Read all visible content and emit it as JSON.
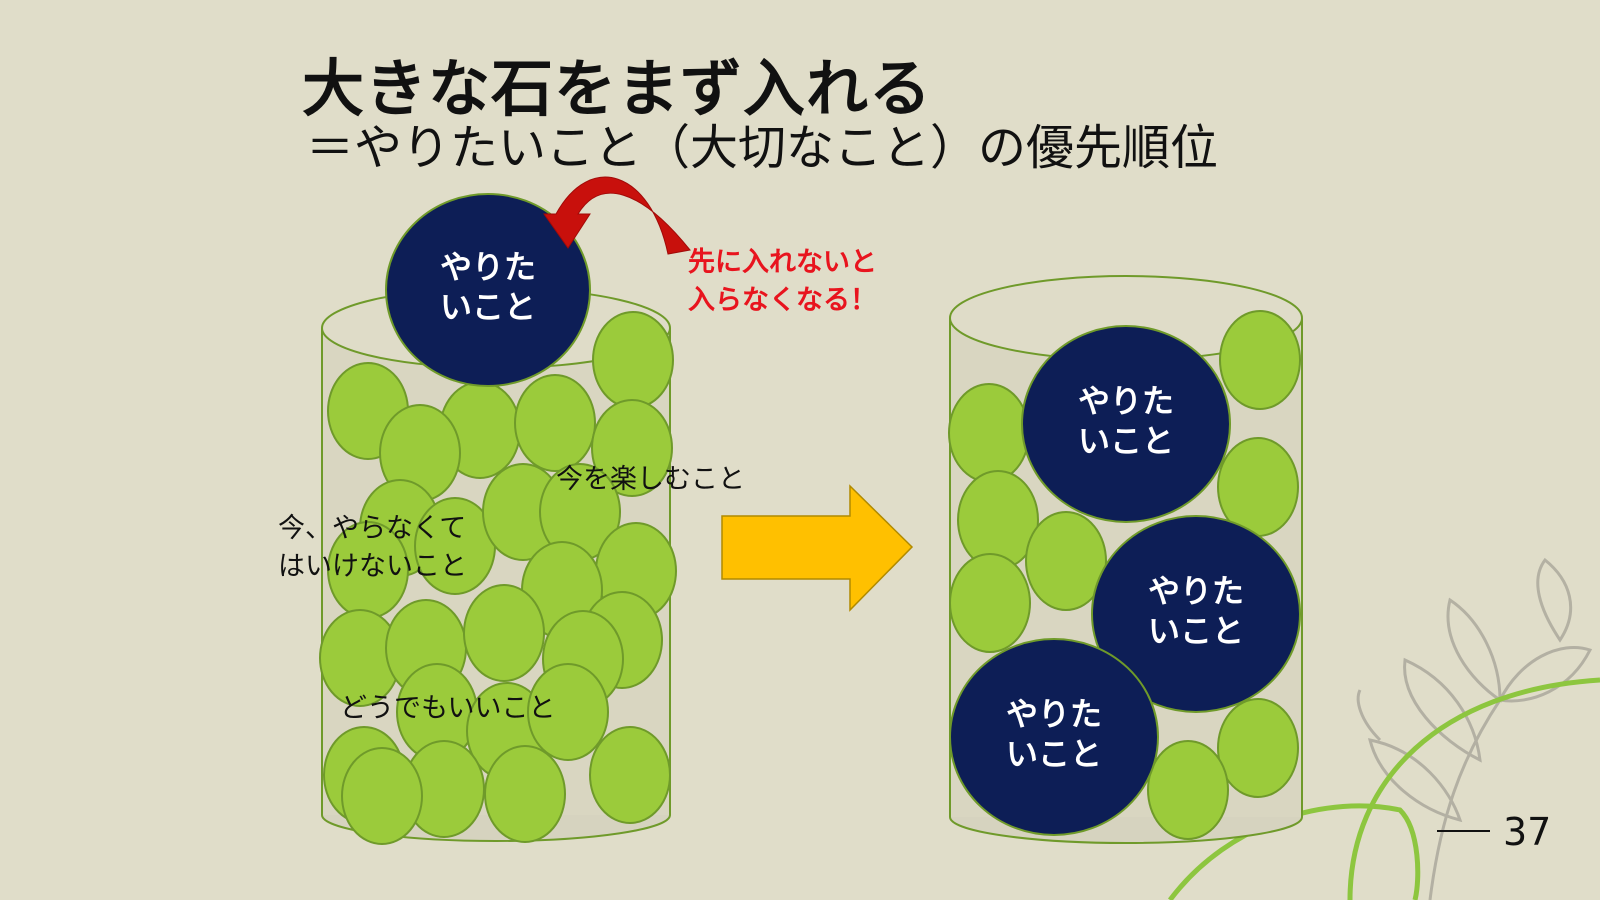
{
  "title": "大きな石をまず入れる",
  "subtitle": "＝やりたいこと（大切なこと）の優先順位",
  "big_stone": {
    "line1": "やりた",
    "line2": "いこと"
  },
  "labels": {
    "enjoy_now": "今を楽しむこと",
    "must_do_line1": "今、やらなくて",
    "must_do_line2": "はいけないこと",
    "whatever": "どうでもいいこと"
  },
  "warning": {
    "line1": "先に入れないと",
    "line2": "入らなくなる！"
  },
  "page_number": "37",
  "colors": {
    "background": "#e0ddc9",
    "stone_navy": "#0d1e56",
    "pebble_green": "#9bcb3b",
    "pebble_edge": "#6f9a2a",
    "arrow_yellow": "#ffc000",
    "curve_arrow_red": "#c8100c",
    "warning_red": "#e8141e"
  }
}
